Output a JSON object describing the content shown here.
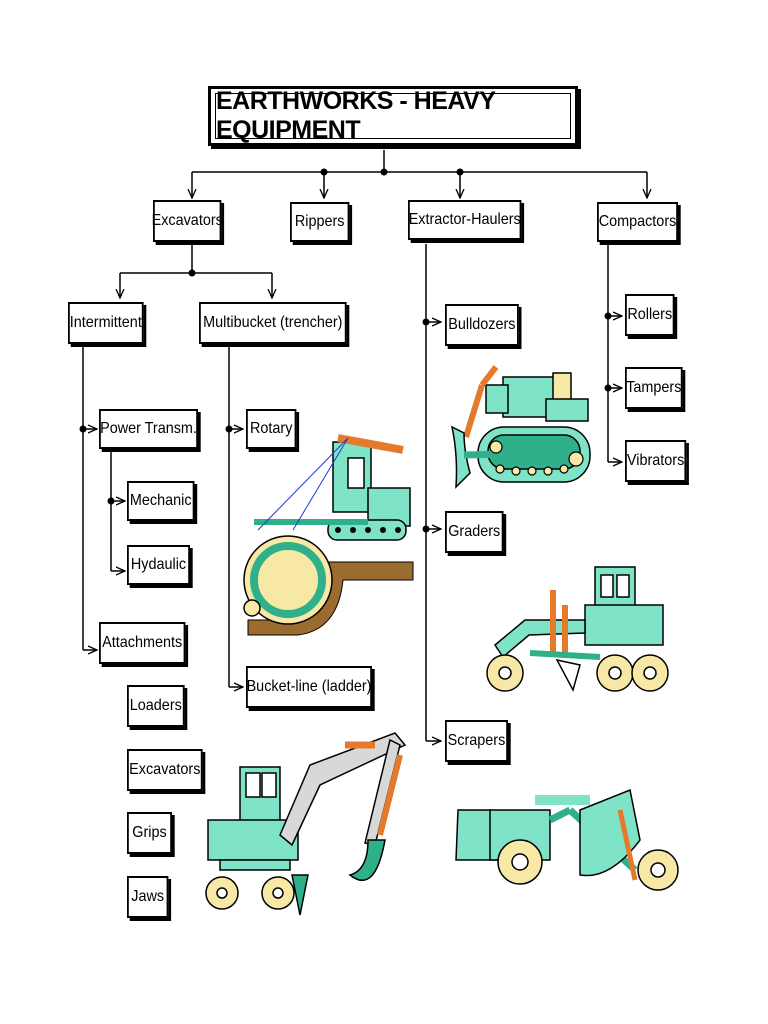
{
  "title": "EARTHWORKS - HEAVY EQUIPMENT",
  "categories": {
    "excavators": "Excavators",
    "rippers": "Rippers",
    "extractor_haulers": "Extractor-Haulers",
    "compactors": "Compactors"
  },
  "excavator_types": {
    "intermittent": "Intermittent",
    "multibucket": "Multibucket (trencher)"
  },
  "intermittent_items": {
    "power_transm": "Power Transm.",
    "mechanic": "Mechanic",
    "hydraulic": "Hydaulic",
    "attachments": "Attachments",
    "loaders": "Loaders",
    "excavators": "Excavators",
    "grips": "Grips",
    "jaws": "Jaws"
  },
  "multibucket_items": {
    "rotary": "Rotary",
    "bucket_line": "Bucket-line (ladder)"
  },
  "hauler_items": {
    "bulldozers": "Bulldozers",
    "graders": "Graders",
    "scrapers": "Scrapers"
  },
  "compactor_items": {
    "rollers": "Rollers",
    "tampers": "Tampers",
    "vibrators": "Vibrators"
  },
  "colors": {
    "machine_body": "#7FE3C8",
    "arm_orange": "#E37A2C",
    "wheel_yellow": "#F7E8A6",
    "soil_brown": "#9C6B30",
    "track_green": "#2FB08A"
  }
}
